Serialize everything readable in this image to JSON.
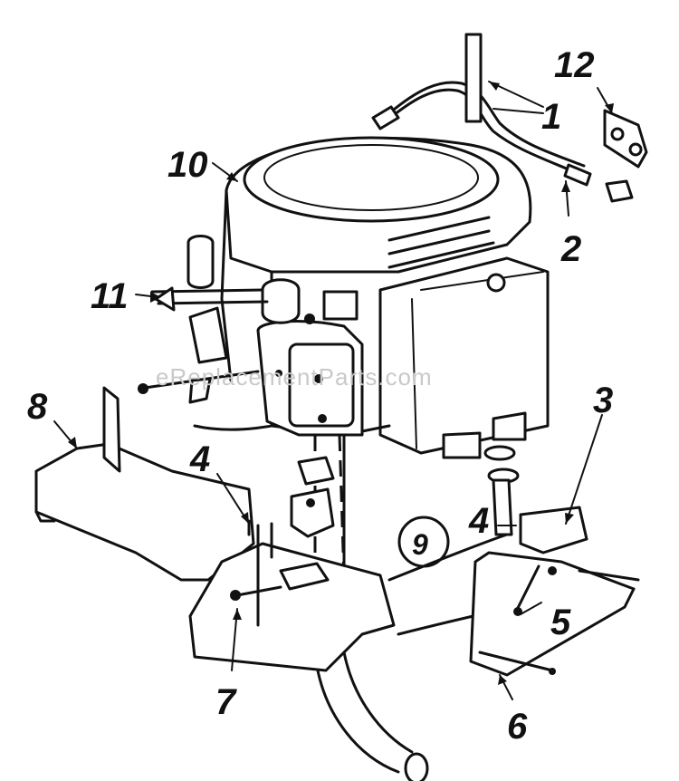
{
  "watermark": "eReplacementParts.com",
  "callouts": {
    "c1": "1",
    "c2": "2",
    "c3": "3",
    "c4a": "4",
    "c4b": "4",
    "c5": "5",
    "c6": "6",
    "c7": "7",
    "c8": "8",
    "c9": "9",
    "c10": "10",
    "c11": "11",
    "c12": "12"
  }
}
